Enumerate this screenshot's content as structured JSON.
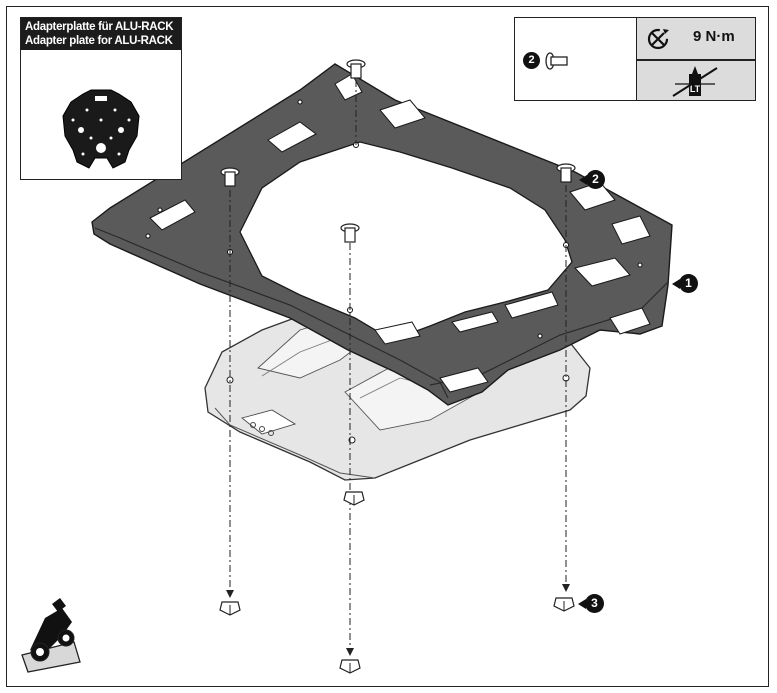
{
  "inset": {
    "title_de": "Adapterplatte für ALU-RACK",
    "title_en": "Adapter plate for ALU-RACK"
  },
  "spec": {
    "screw_part": "2",
    "torque": "9 N·m",
    "threadlock_label": "LT"
  },
  "callouts": {
    "plate": "1",
    "screws": "2",
    "nuts": "3"
  },
  "icons": {
    "torque": "torque-wrench-icon",
    "no_threadlock": "no-threadlocker-icon",
    "vehicle": "motorcycle-icon"
  },
  "colors": {
    "plate": "#5a5a5a",
    "base": "#e6e6e6",
    "spec_shade": "#dcdcdc"
  }
}
